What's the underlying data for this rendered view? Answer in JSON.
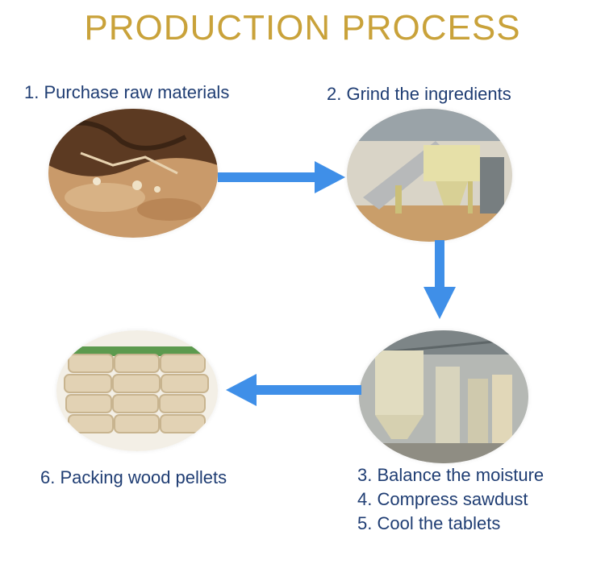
{
  "title": "PRODUCTION PROCESS",
  "steps": [
    {
      "label": "1. Purchase raw materials",
      "image": "raw-materials-photo"
    },
    {
      "label": "2. Grind the ingredients",
      "image": "grinding-machine-photo"
    },
    {
      "label": "3. Balance the moisture"
    },
    {
      "label": "4. Compress sawdust",
      "image": "pellet-plant-photo"
    },
    {
      "label": "5. Cool the tablets"
    },
    {
      "label": "6. Packing wood pellets",
      "image": "packed-pellets-photo"
    }
  ],
  "colors": {
    "title": "#c9a23a",
    "text": "#1f3d73",
    "arrow": "#3f8fe8"
  }
}
